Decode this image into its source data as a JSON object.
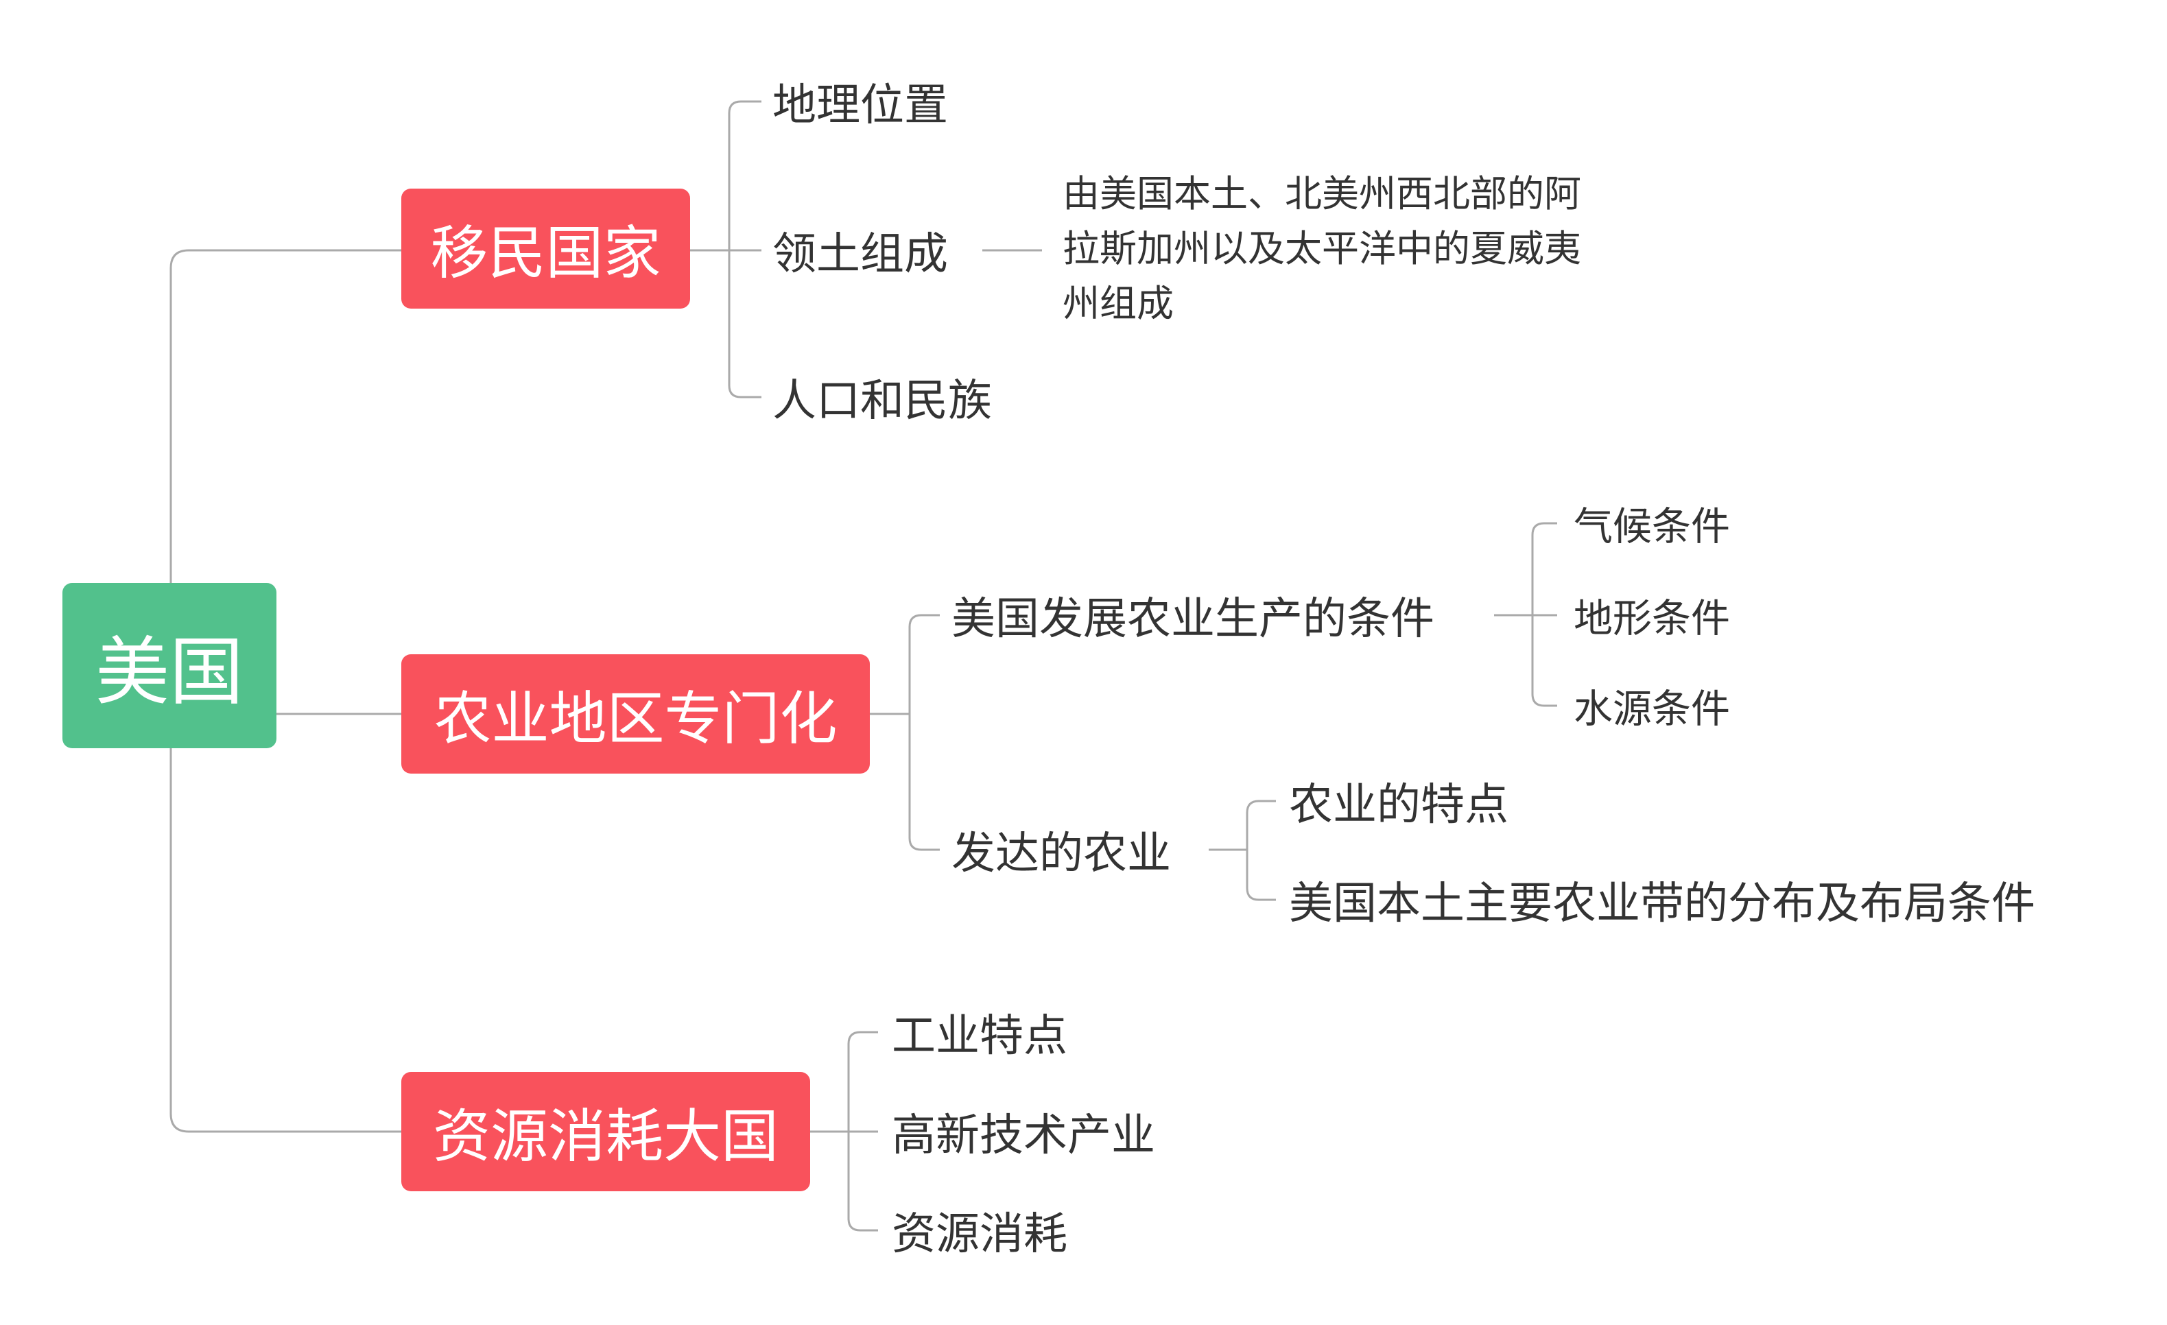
{
  "colors": {
    "root": "#52c18c",
    "main": "#f9525c",
    "line": "#aaaaaa",
    "text": "#333333"
  },
  "root": {
    "label": "美国"
  },
  "branches": [
    {
      "label": "移民国家",
      "children": [
        {
          "label": "地理位置"
        },
        {
          "label": "领土组成",
          "note": "由美国本土、北美州西北部的阿拉斯加州以及太平洋中的夏威夷州组成"
        },
        {
          "label": "人口和民族"
        }
      ]
    },
    {
      "label": "农业地区专门化",
      "children": [
        {
          "label": "美国发展农业生产的条件",
          "children": [
            {
              "label": "气候条件"
            },
            {
              "label": "地形条件"
            },
            {
              "label": "水源条件"
            }
          ]
        },
        {
          "label": "发达的农业",
          "children": [
            {
              "label": "农业的特点"
            },
            {
              "label": "美国本土主要农业带的分布及布局条件"
            }
          ]
        }
      ]
    },
    {
      "label": "资源消耗大国",
      "children": [
        {
          "label": "工业特点"
        },
        {
          "label": "高新技术产业"
        },
        {
          "label": "资源消耗"
        }
      ]
    }
  ]
}
